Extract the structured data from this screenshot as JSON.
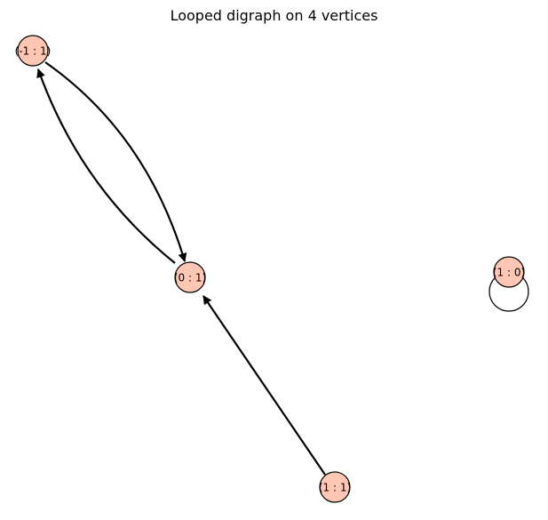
{
  "title": "Looped digraph on 4 vertices",
  "colors": {
    "node_fill": "#ffc6b4",
    "node_stroke": "#000000",
    "edge": "#000000",
    "background": "#ffffff"
  },
  "vertices": [
    {
      "id": "v_neg1_1",
      "label": "(-1 : 1)"
    },
    {
      "id": "v_0_1",
      "label": "(0 : 1)"
    },
    {
      "id": "v_1_0",
      "label": "(1 : 0)"
    },
    {
      "id": "v_1_1",
      "label": "(1 : 1)"
    }
  ],
  "edges": [
    {
      "from": "(-1 : 1)",
      "to": "(0 : 1)"
    },
    {
      "from": "(0 : 1)",
      "to": "(-1 : 1)"
    },
    {
      "from": "(1 : 1)",
      "to": "(0 : 1)"
    },
    {
      "from": "(1 : 0)",
      "to": "(1 : 0)",
      "loop": true
    }
  ]
}
